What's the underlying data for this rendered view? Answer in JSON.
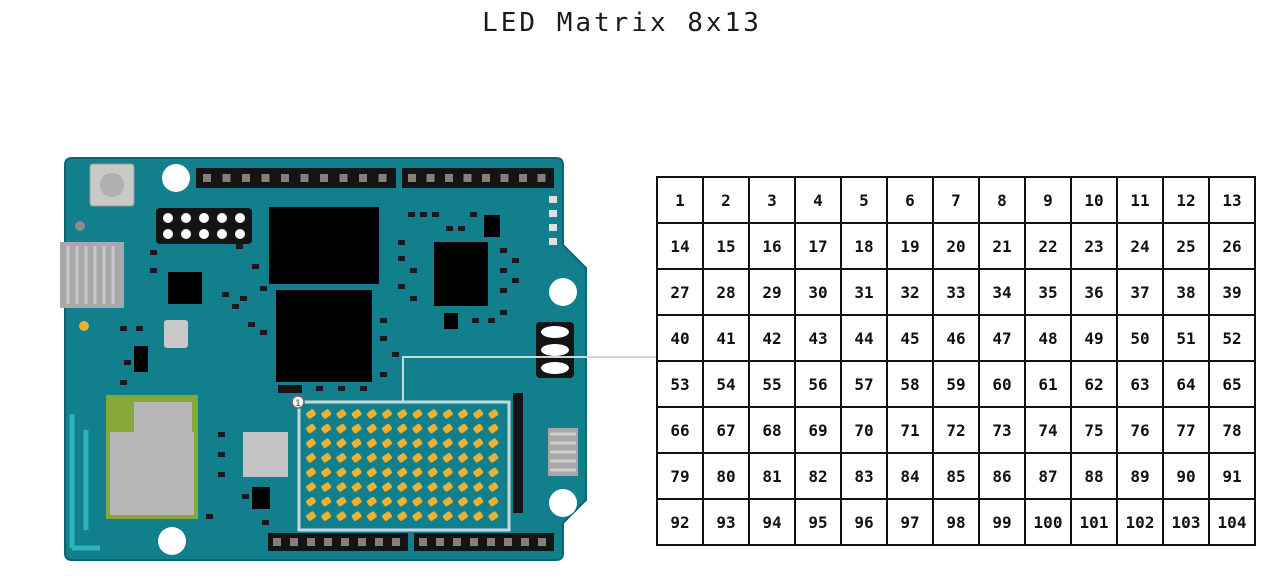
{
  "title": "LED Matrix 8x13",
  "board_marker": "1",
  "matrix": {
    "rows": 8,
    "cols": 13,
    "cells": [
      [
        "1",
        "2",
        "3",
        "4",
        "5",
        "6",
        "7",
        "8",
        "9",
        "10",
        "11",
        "12",
        "13"
      ],
      [
        "14",
        "15",
        "16",
        "17",
        "18",
        "19",
        "20",
        "21",
        "22",
        "23",
        "24",
        "25",
        "26"
      ],
      [
        "27",
        "28",
        "29",
        "30",
        "31",
        "32",
        "33",
        "34",
        "35",
        "36",
        "37",
        "38",
        "39"
      ],
      [
        "40",
        "41",
        "42",
        "43",
        "44",
        "45",
        "46",
        "47",
        "48",
        "49",
        "50",
        "51",
        "52"
      ],
      [
        "53",
        "54",
        "55",
        "56",
        "57",
        "58",
        "59",
        "60",
        "61",
        "62",
        "63",
        "64",
        "65"
      ],
      [
        "66",
        "67",
        "68",
        "69",
        "70",
        "71",
        "72",
        "73",
        "74",
        "75",
        "76",
        "77",
        "78"
      ],
      [
        "79",
        "80",
        "81",
        "82",
        "83",
        "84",
        "85",
        "86",
        "87",
        "88",
        "89",
        "90",
        "91"
      ],
      [
        "92",
        "93",
        "94",
        "95",
        "96",
        "97",
        "98",
        "99",
        "100",
        "101",
        "102",
        "103",
        "104"
      ]
    ]
  },
  "colors": {
    "board": "#12808c",
    "board_edge": "#0b6470",
    "led": "#f0b030",
    "header": "#141414",
    "chip": "#000000",
    "antenna": "#2fb4bd",
    "module_green": "#84a83a"
  }
}
